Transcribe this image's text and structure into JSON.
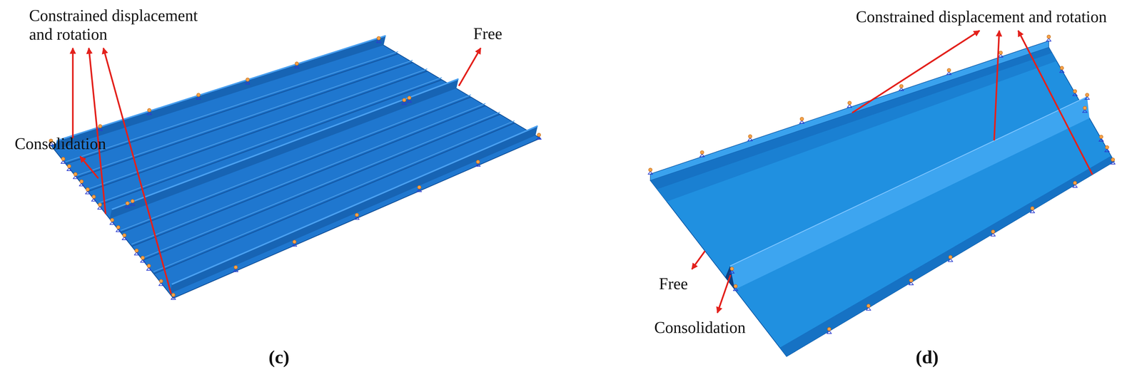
{
  "diagram": {
    "labels": [
      "Constrained displacement and rotation",
      "Free",
      "Consolidation",
      "(c)",
      "Constrained displacement and rotation",
      "Free",
      "Consolidation",
      "(d)"
    ]
  }
}
